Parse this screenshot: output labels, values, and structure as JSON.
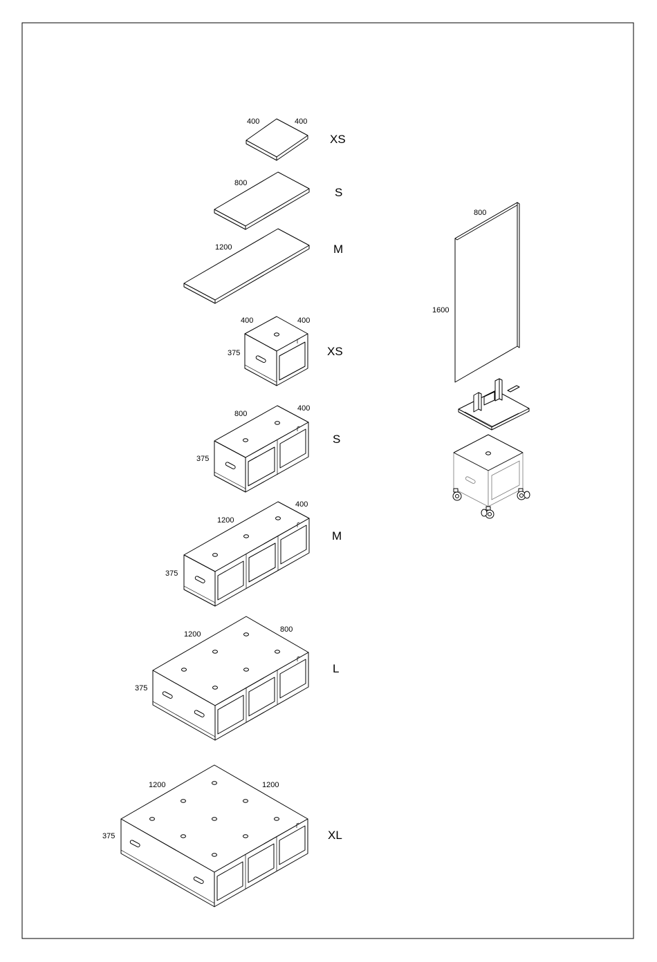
{
  "shelves": [
    {
      "id": "shelf-xs",
      "size": "XS",
      "dims": [
        "400",
        "400"
      ]
    },
    {
      "id": "shelf-s",
      "size": "S",
      "dims": [
        "800"
      ]
    },
    {
      "id": "shelf-m",
      "size": "M",
      "dims": [
        "1200"
      ]
    }
  ],
  "boxes": [
    {
      "id": "box-xs",
      "size": "XS",
      "dims": [
        "400",
        "400",
        "375"
      ]
    },
    {
      "id": "box-s",
      "size": "S",
      "dims": [
        "800",
        "400",
        "375"
      ]
    },
    {
      "id": "box-m",
      "size": "M",
      "dims": [
        "1200",
        "400",
        "375"
      ]
    },
    {
      "id": "box-l",
      "size": "L",
      "dims": [
        "1200",
        "800",
        "375"
      ]
    },
    {
      "id": "box-xl",
      "size": "XL",
      "dims": [
        "1200",
        "1200",
        "375"
      ]
    }
  ],
  "panel": {
    "width": "800",
    "height": "1600"
  }
}
